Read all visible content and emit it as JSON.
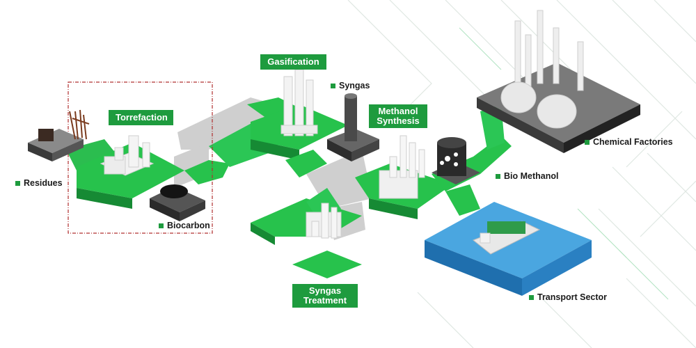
{
  "colors": {
    "accent": "#1e9b3e",
    "accent_dark": "#168a34",
    "path_green": "#27c24c",
    "path_gray": "#c9c9c9",
    "dashed_border": "#b03030",
    "water": "#2f8fd0"
  },
  "stages": {
    "torrefaction": "Torrefaction",
    "gasification": "Gasification",
    "methanol_synthesis": "Methanol Synthesis",
    "syngas_treatment": "Syngas Treatment"
  },
  "outputs": {
    "residues": "Residues",
    "biocarbon": "Biocarbon",
    "syngas": "Syngas",
    "bio_methanol": "Bio Methanol",
    "chemical_factories": "Chemical Factories",
    "transport_sector": "Transport Sector"
  },
  "icons": [
    "residue-pile-icon",
    "torrefaction-plant-icon",
    "biocarbon-pile-icon",
    "gasifier-tower-icon",
    "syngas-stack-icon",
    "syngas-treatment-plant-icon",
    "methanol-synthesis-plant-icon",
    "methanol-tank-icon",
    "chemical-factory-icon",
    "cargo-ship-icon"
  ]
}
